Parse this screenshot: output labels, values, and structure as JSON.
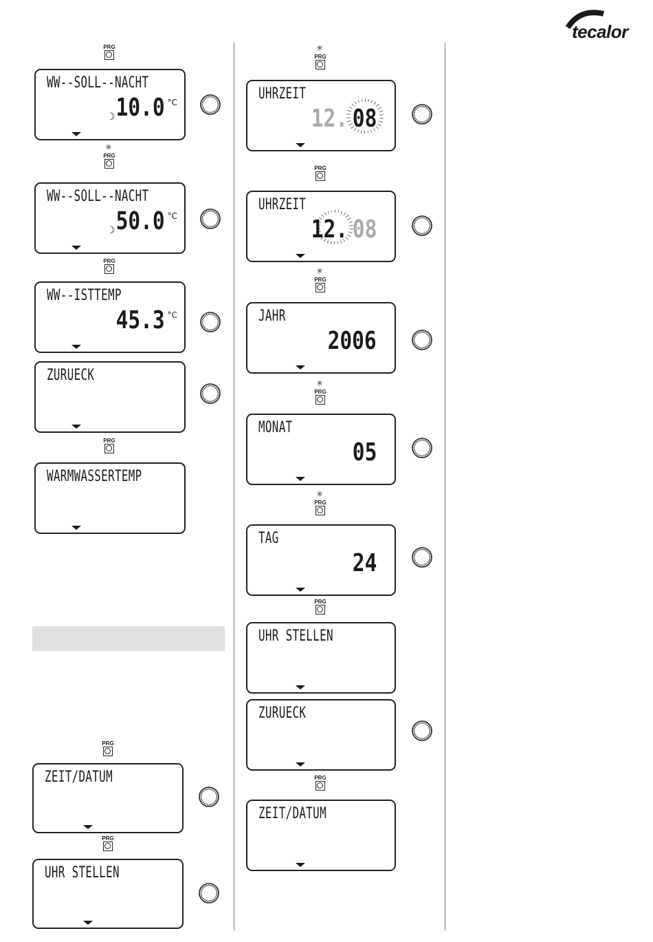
{
  "logo": {
    "text": "tecalor"
  },
  "prg_label": "PRG",
  "left_column": {
    "displays": [
      {
        "title": "WW--SOLL--NACHT",
        "value": "10.0",
        "unit": "°C"
      },
      {
        "title": "WW--SOLL--NACHT",
        "value": "50.0",
        "unit": "°C"
      },
      {
        "title": "WW--ISTTEMP",
        "value": "45.3",
        "unit": "°C"
      },
      {
        "title": "ZURUECK"
      },
      {
        "title": "WARMWASSERTEMP"
      }
    ]
  },
  "lower_left_column": {
    "displays": [
      {
        "title": "ZEIT/DATUM"
      },
      {
        "title": "UHR STELLEN"
      }
    ]
  },
  "right_column": {
    "displays": [
      {
        "title": "UHRZEIT",
        "value_dim": "12.",
        "value_bright": "08"
      },
      {
        "title": "UHRZEIT",
        "value_bright": "12.",
        "value_dim": "08"
      },
      {
        "title": "JAHR",
        "value": "2006"
      },
      {
        "title": "MONAT",
        "value": "05"
      },
      {
        "title": "TAG",
        "value": "24"
      },
      {
        "title": "UHR STELLEN"
      },
      {
        "title": "ZURUECK"
      },
      {
        "title": "ZEIT/DATUM"
      }
    ]
  },
  "icons": {
    "prg_button": "prg-button-icon",
    "rotary_knob": "rotary-knob-icon",
    "blink": "blink-sun-icon",
    "night": "moon-icon"
  }
}
